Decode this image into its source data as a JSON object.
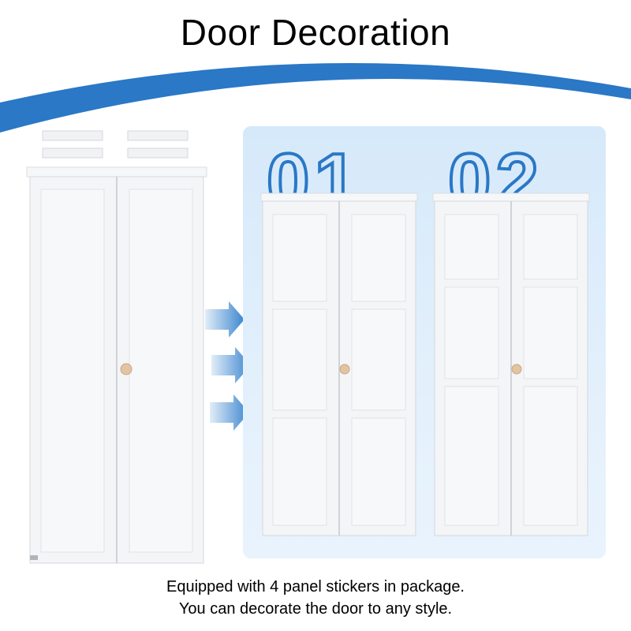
{
  "header": {
    "title": "Door Decoration"
  },
  "options": [
    {
      "number": "01"
    },
    {
      "number": "02"
    }
  ],
  "caption": {
    "line1": "Equipped with 4 panel stickers in package.",
    "line2": "You can decorate the door to any style."
  },
  "colors": {
    "accent": "#2a78c6",
    "arrow": "#3b86cf",
    "panel_bg": "#dcebfb",
    "door": "#f4f5f7",
    "door_edge": "#d9dce1",
    "knob": "#e2c4a2"
  },
  "icons": [
    "arrow-right-icon",
    "door-knob-icon",
    "panel-sticker-icon"
  ]
}
